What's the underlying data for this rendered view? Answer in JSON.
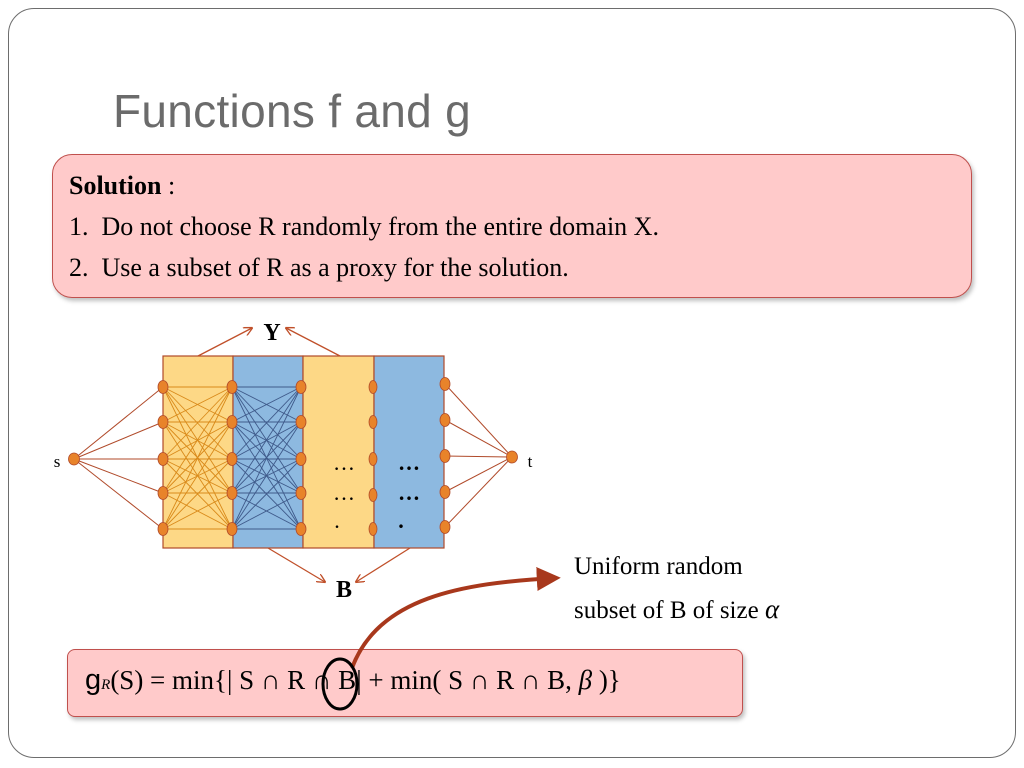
{
  "slide": {
    "title": "Functions f and g"
  },
  "solution": {
    "heading": "Solution",
    "separator": " :",
    "items": [
      {
        "number": "1.",
        "text": "Do not choose R randomly from the entire domain X."
      },
      {
        "number": "2.",
        "text": "Use a subset of R as a proxy for the solution."
      }
    ]
  },
  "diagram": {
    "top_label": "Y",
    "bottom_label": "B",
    "source_label": "s",
    "sink_label": "t",
    "ellipsis_glyph": "…",
    "dot_glyph": ".",
    "colors": {
      "yellow_layer": "#fdd886",
      "blue_layer": "#8db9e0",
      "layer_border": "#b04a2a",
      "node": "#e8832a",
      "edge_orange": "#d98a1a",
      "edge_blue": "#3f5a8a",
      "arrow": "#c0502a"
    }
  },
  "annotation": {
    "line1": "Uniform  random",
    "line2": "subset of  B of size",
    "symbol": "α"
  },
  "formula": {
    "fname": "g",
    "subscript": "R",
    "part1": "(S) = min{| S ∩ ",
    "circled": "R",
    "part2": " ∩ B| + min( S ∩ R ∩ B, ",
    "beta": "β",
    "part3": " )}",
    "colors": {
      "callout_arrow": "#a8381c",
      "circle": "#000000"
    }
  }
}
